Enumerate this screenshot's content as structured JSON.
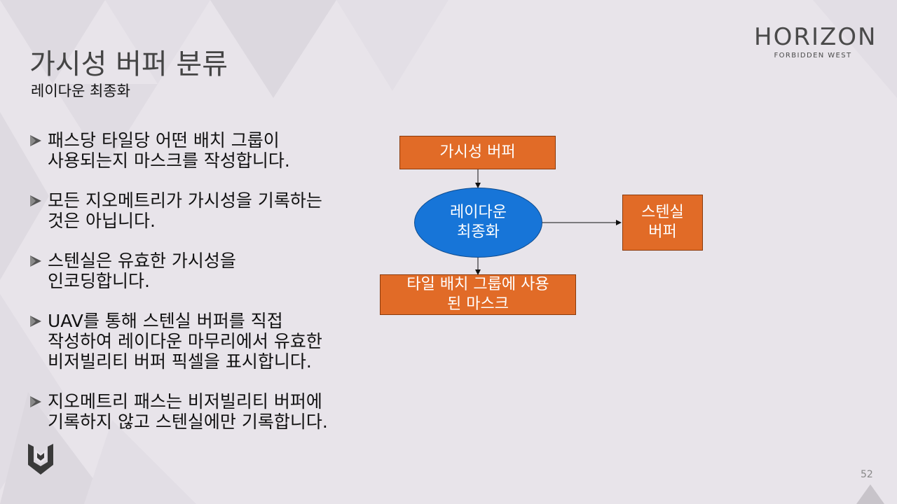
{
  "header": {
    "title": "가시성 버퍼 분류",
    "subtitle": "레이다운 최종화"
  },
  "logo": {
    "main": "HORIZON",
    "sub": "FORBIDDEN WEST"
  },
  "bullets": [
    {
      "text": "패스당 타일당 어떤 배치 그룹이\n사용되는지 마스크를 작성합니다."
    },
    {
      "text": "모든 지오메트리가 가시성을 기록하는\n것은 아닙니다."
    },
    {
      "text": "스텐실은 유효한 가시성을\n인코딩합니다."
    },
    {
      "text": "UAV를 통해 스텐실 버퍼를 직접\n작성하여 레이다운 마무리에서 유효한\n비저빌리티 버퍼 픽셀을 표시합니다."
    },
    {
      "text": "지오메트리 패스는 비저빌리티 버퍼에\n기록하지 않고 스텐실에만 기록합니다."
    }
  ],
  "diagram": {
    "visibility_buffer": "가시성 버퍼",
    "laydown_finalize": "레이다운\n최종화",
    "stencil_buffer": "스텐실\n버퍼",
    "tile_mask": "타일 배치 그룹에 사용\n된 마스크"
  },
  "colors": {
    "background": "#e8e4ea",
    "box_orange": "#e16b27",
    "ellipse_blue": "#1775d8"
  },
  "page": {
    "number": "52"
  }
}
